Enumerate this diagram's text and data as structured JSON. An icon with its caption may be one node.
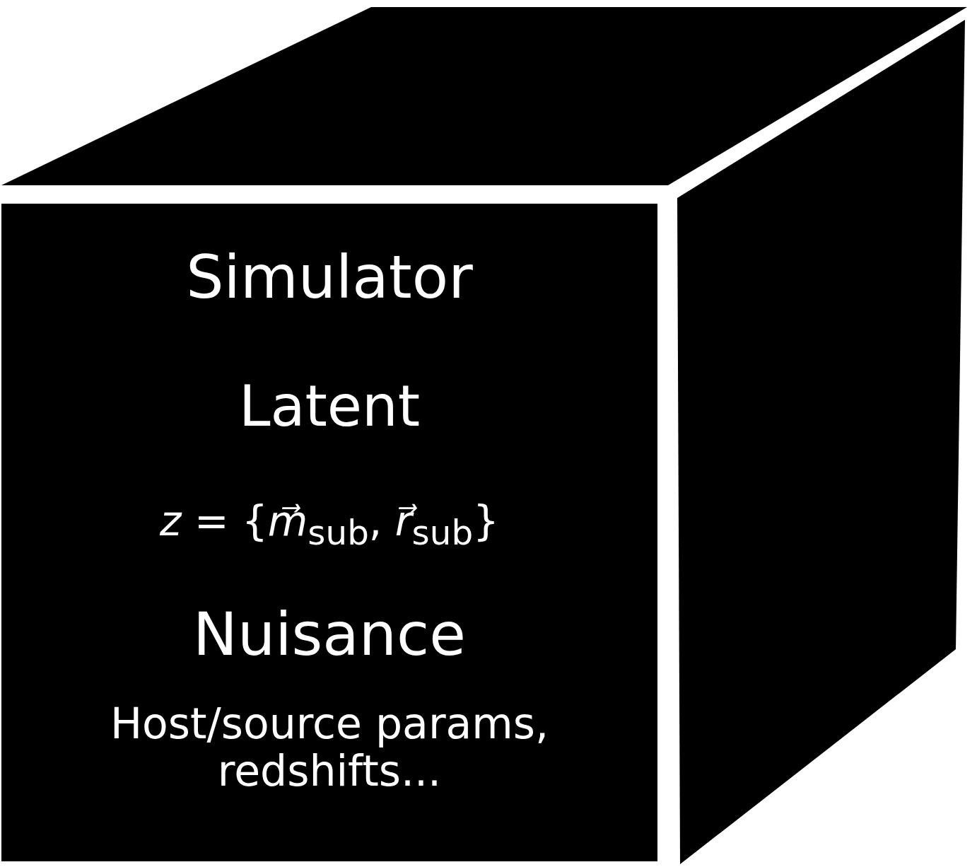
{
  "diagram": {
    "nodes": [
      {
        "text": [
          "Simulator",
          "Latent",
          "*z* = {*m⃗*$_{sub}$, *r⃗*$_{sub}$}",
          "Nuisance",
          "Host/source params, redshifts..."
        ]
      }
    ]
  }
}
